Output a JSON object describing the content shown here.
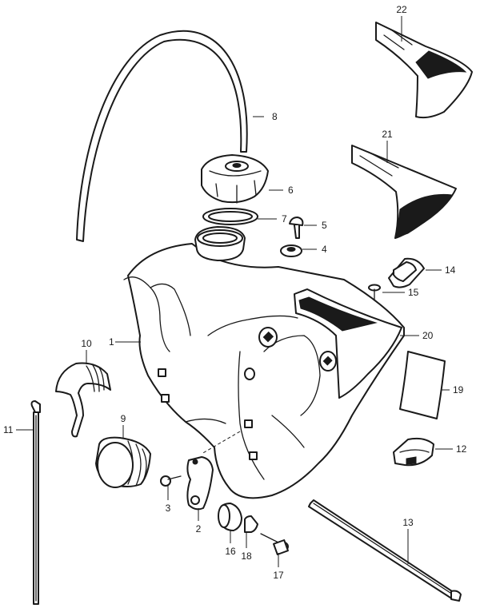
{
  "diagram": {
    "callouts": [
      "1",
      "2",
      "3",
      "4",
      "5",
      "6",
      "7",
      "8",
      "9",
      "10",
      "11",
      "12",
      "13",
      "14",
      "15",
      "16",
      "17",
      "18",
      "19",
      "20",
      "21",
      "22"
    ]
  },
  "colors": {
    "line": "#1a1a1a",
    "background": "#ffffff"
  }
}
